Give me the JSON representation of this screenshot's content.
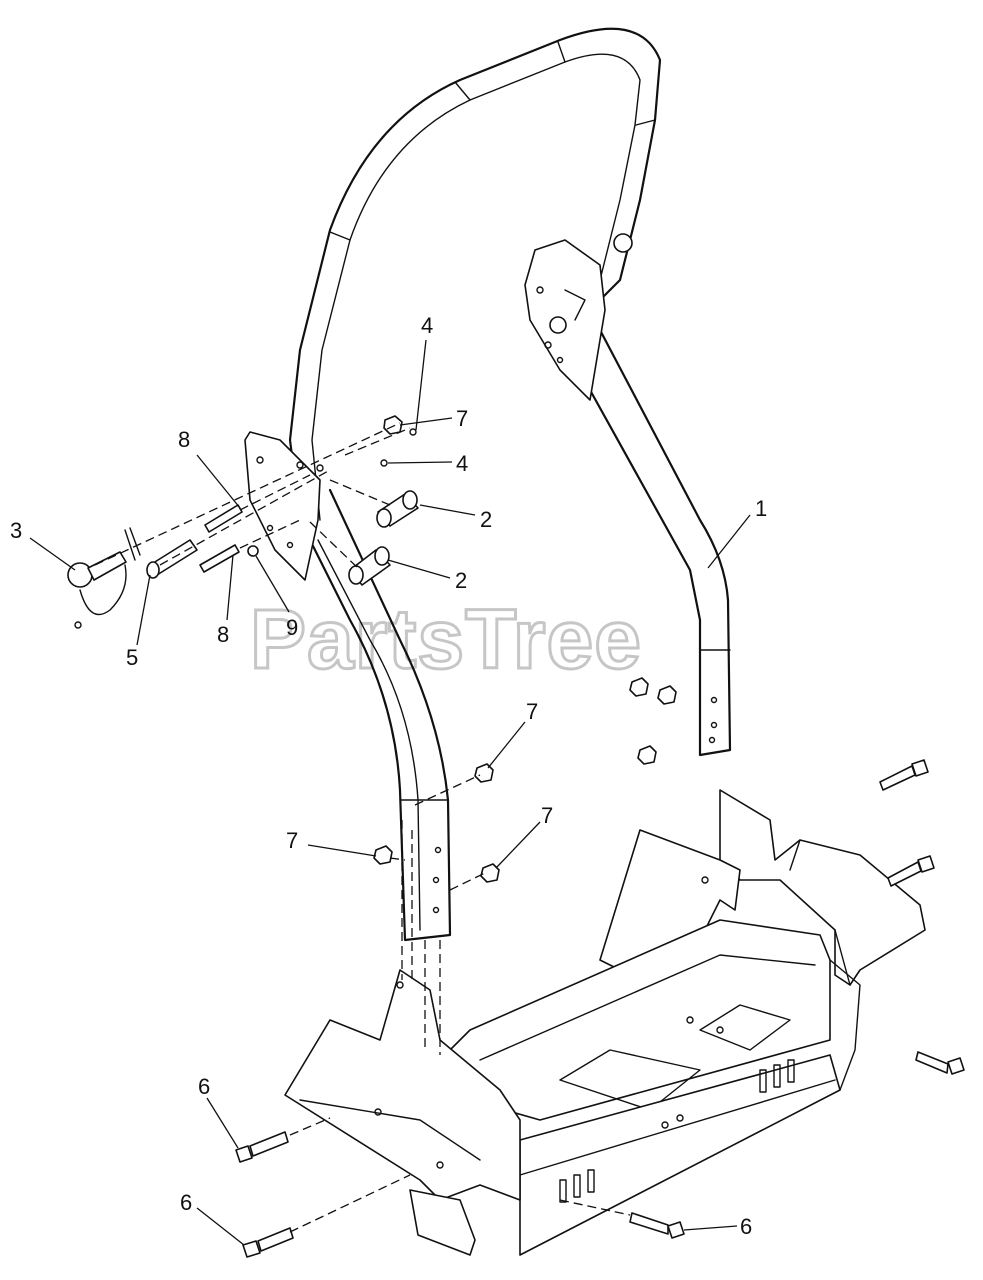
{
  "watermark": "PartsTree",
  "callouts": [
    "1",
    "2",
    "2",
    "3",
    "4",
    "4",
    "5",
    "6",
    "6",
    "6",
    "7",
    "7",
    "7",
    "7",
    "8",
    "8",
    "9"
  ]
}
